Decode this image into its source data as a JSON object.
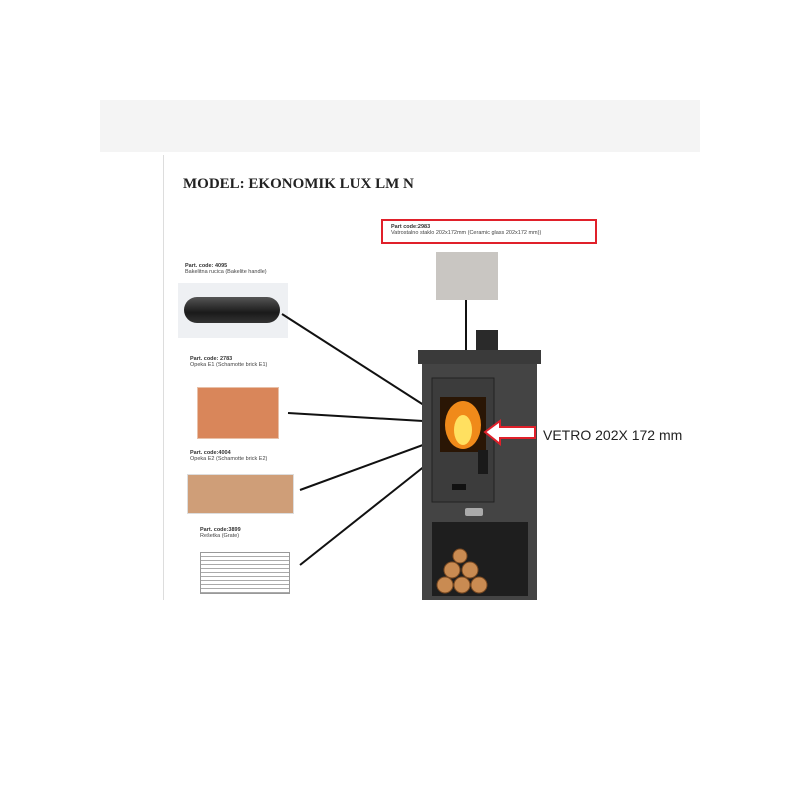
{
  "title": "MODEL: EKONOMIK LUX LM N",
  "parts": [
    {
      "code": "Part code:2983",
      "desc": "Vatrostalno staklo 202x172mm (Ceramic glass 202x172 mm))"
    },
    {
      "code": "Part. code: 4095",
      "desc": "Bakelitna rucica (Bakelite handle)"
    },
    {
      "code": "Part. code: 2783",
      "desc": "Opeka E1 (Schamotte brick E1)"
    },
    {
      "code": "Part. code:4004",
      "desc": "Opeka E2 (Schamotte brick E2)"
    },
    {
      "code": "Part. code:3899",
      "desc": "Rešetka (Grate)"
    }
  ],
  "callout": "VETRO 202X 172 mm",
  "colors": {
    "highlight": "#e0202a",
    "stove": "#3a3a3a",
    "brick": "#d98a5e"
  }
}
